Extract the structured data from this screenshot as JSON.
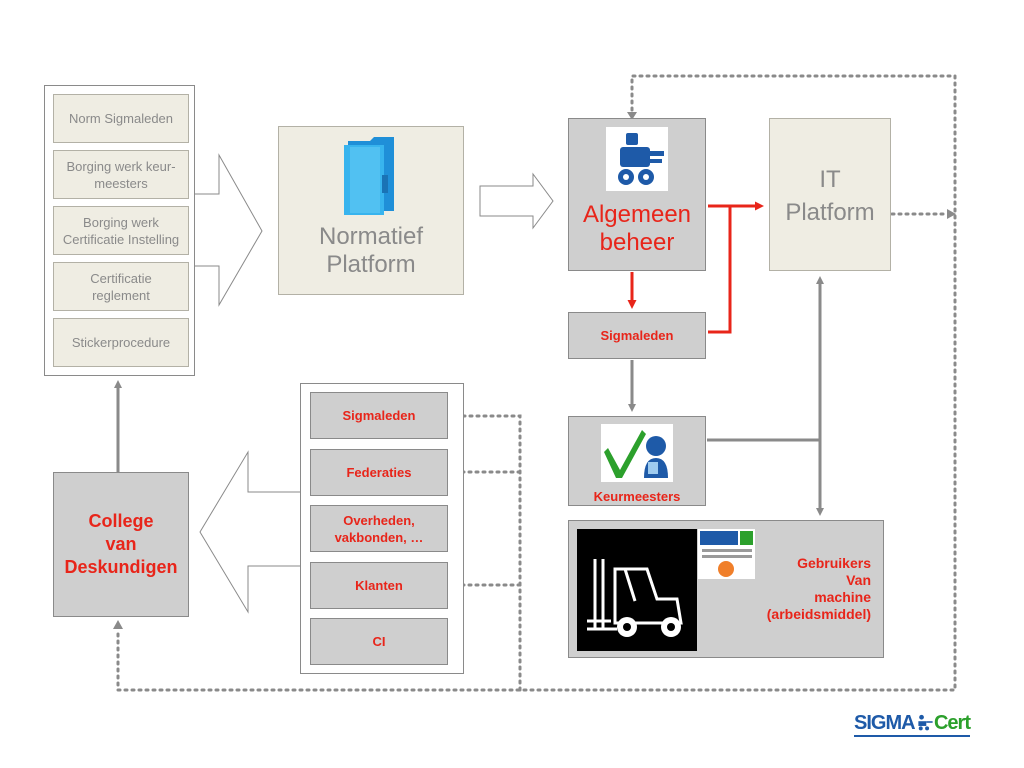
{
  "left_list": [
    "Norm Sigmaleden",
    "Borging werk keur-\nmeesters",
    "Borging werk\nCertificatie Instelling",
    "Certificatie\nreglement",
    "Stickerprocedure"
  ],
  "normatief": "Normatief\nPlatform",
  "algemeen": "Algemeen\nbeheer",
  "it": "IT\nPlatform",
  "sigmaleden_box": "Sigmaleden",
  "keurmeesters": "Keurmeesters",
  "gebruikers": "Gebruikers\nVan\nmachine\n(arbeidsmiddel)",
  "college": "College\nvan\nDeskundigen",
  "stakeholders": [
    "Sigmaleden",
    "Federaties",
    "Overheden,\nvakbonden, …",
    "Klanten",
    "CI"
  ],
  "logo": {
    "left": "SIGMA",
    "right": "Cert"
  },
  "colors": {
    "accent": "#e8251a",
    "box_grey": "#cfcfcf",
    "box_beige": "#efede3"
  }
}
